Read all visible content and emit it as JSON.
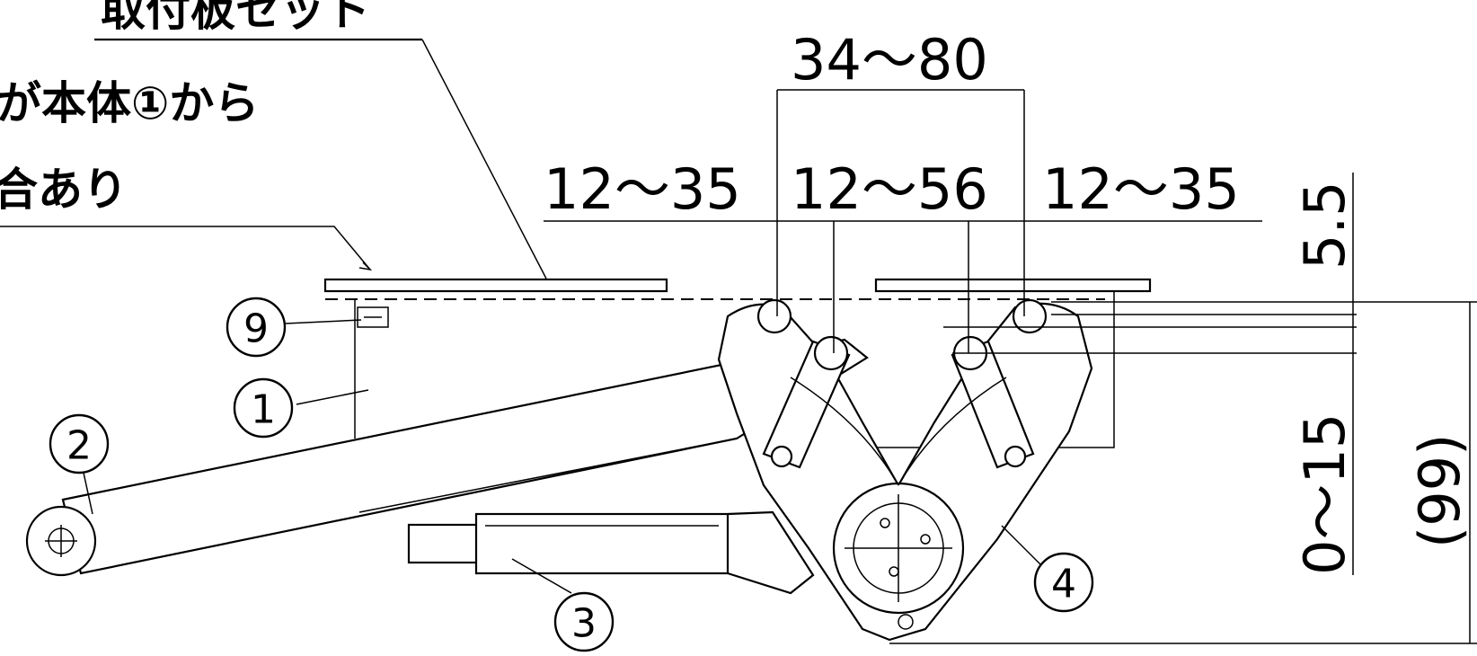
{
  "notes": {
    "top": "取付板セット",
    "line2": "が本体①から",
    "line3": "合あり"
  },
  "dimensions": {
    "overall_span": "34～80",
    "left_span": "12～35",
    "center_span": "12～56",
    "right_span": "12～35",
    "vertical_top": "5.5",
    "vertical_range": "0～15",
    "vertical_reference": "(99)"
  },
  "part_labels": {
    "p1": "1",
    "p2": "2",
    "p3": "3",
    "p4": "4",
    "p9": "9"
  }
}
